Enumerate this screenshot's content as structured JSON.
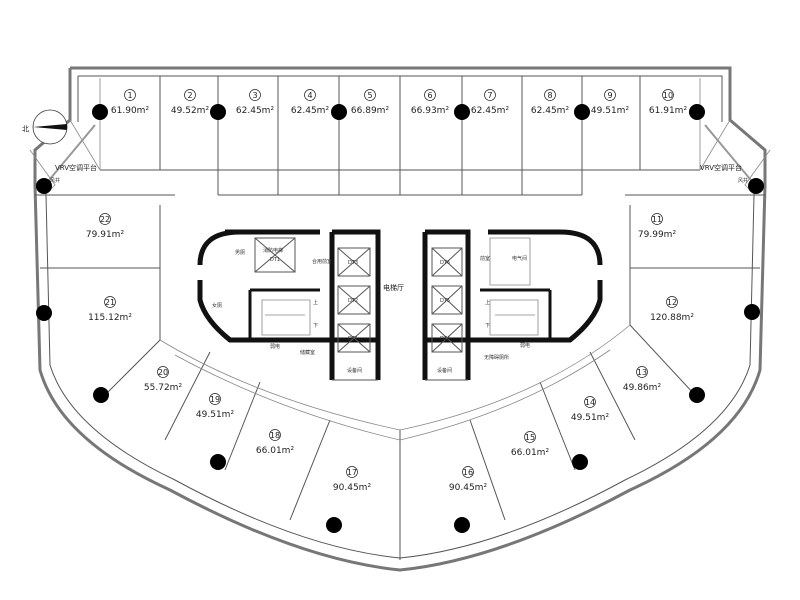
{
  "plan": {
    "north_label": "北",
    "vrv_left": "VRV空调平台",
    "vrv_right": "VRV空调平台",
    "lobby": "电梯厅",
    "unit_suffix": "m²",
    "units": [
      {
        "no": "1",
        "area": "61.90"
      },
      {
        "no": "2",
        "area": "49.52"
      },
      {
        "no": "3",
        "area": "62.45"
      },
      {
        "no": "4",
        "area": "62.45"
      },
      {
        "no": "5",
        "area": "66.89"
      },
      {
        "no": "6",
        "area": "66.93"
      },
      {
        "no": "7",
        "area": "62.45"
      },
      {
        "no": "8",
        "area": "62.45"
      },
      {
        "no": "9",
        "area": "49.51"
      },
      {
        "no": "10",
        "area": "61.91"
      },
      {
        "no": "11",
        "area": "79.99"
      },
      {
        "no": "12",
        "area": "120.88"
      },
      {
        "no": "13",
        "area": "49.86"
      },
      {
        "no": "14",
        "area": "49.51"
      },
      {
        "no": "15",
        "area": "66.01"
      },
      {
        "no": "16",
        "area": "90.45"
      },
      {
        "no": "17",
        "area": "90.45"
      },
      {
        "no": "18",
        "area": "66.01"
      },
      {
        "no": "19",
        "area": "49.51"
      },
      {
        "no": "20",
        "area": "55.72"
      },
      {
        "no": "21",
        "area": "115.12"
      },
      {
        "no": "22",
        "area": "79.91"
      }
    ],
    "core_rooms": {
      "fire_elevator": "消防电梯",
      "dt_fire": "DT1",
      "shared_lobby": "合用前室",
      "male_wc": "男厕",
      "female_wc": "女厕",
      "storage": "储藏室",
      "weak_left": "弱电",
      "equip_left": "设备间",
      "lift_l1": "DT3",
      "lift_l2": "DT2",
      "lift_l3": "DT1",
      "lift_r1": "DT6",
      "lift_r2": "DT5",
      "lift_r3": "DT4",
      "front_room": "前室",
      "electrical": "电气间",
      "accessible_wc": "无障碍厕所",
      "weak_right": "弱电",
      "equip_right": "设备间",
      "up": "上",
      "down": "下",
      "wind_l": "风井",
      "wind_r": "风井"
    }
  }
}
